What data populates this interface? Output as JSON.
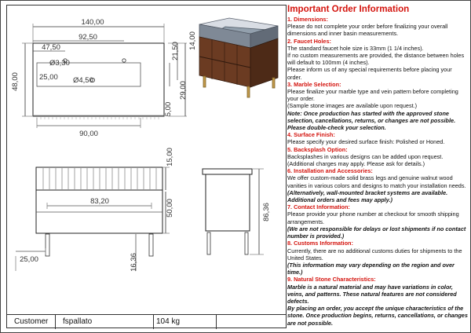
{
  "drawing": {
    "top_view": {
      "overall_width": "140,00",
      "basin_offset": "92,50",
      "hole_offset": "47,50",
      "hole_large": "Ø3,30",
      "drain": "Ø4,50",
      "left_offset": "25,00",
      "depth": "48,00",
      "basin_bottom": "90,00",
      "right_top": "14,00",
      "right_mid": "21,50",
      "right_low": "29,00",
      "right_bottom": "5,00"
    },
    "front_view": {
      "top_height": "15,00",
      "drawer_width": "83,20",
      "drawer_height": "50,00",
      "leg_offset": "25,00",
      "leg_height": "16,36"
    },
    "side_view": {
      "total_height": "86,36"
    }
  },
  "title_block": {
    "customer_label": "Customer",
    "customer_value": "fspallato",
    "weight": "104 kg"
  },
  "info": {
    "title": "Important Order Information",
    "sections": [
      {
        "heading": "1. Dimensions:",
        "lines": [
          {
            "text": "Please do not complete your order before finalizing your overall dimensions and inner basin measurements.",
            "style": ""
          }
        ]
      },
      {
        "heading": "2. Faucet Holes:",
        "lines": [
          {
            "text": "The standard faucet hole size is 33mm (1 1/4 inches).",
            "style": ""
          },
          {
            "text": "If no custom measurements are provided, the distance between holes will default to 100mm (4 inches).",
            "style": ""
          },
          {
            "text": "Please inform us of any special requirements before placing your order.",
            "style": ""
          }
        ]
      },
      {
        "heading": "3. Marble Selection:",
        "lines": [
          {
            "text": "Please finalize your marble type and vein pattern before completing your order.",
            "style": ""
          },
          {
            "text": "(Sample stone images are available upon request.)",
            "style": ""
          },
          {
            "text": "Note: Once production has started with the approved stone selection, cancellations, returns, or changes are not possible. Please double-check your selection.",
            "style": "bi"
          }
        ]
      },
      {
        "heading": "4. Surface Finish:",
        "lines": [
          {
            "text": "Please specify your desired surface finish: Polished or Honed.",
            "style": ""
          }
        ]
      },
      {
        "heading": "5. Backsplash Option:",
        "lines": [
          {
            "text": "Backsplashes in various designs can be added upon request. (Additional charges may apply. Please ask for details.)",
            "style": ""
          }
        ]
      },
      {
        "heading": "6. Installation and Accessories:",
        "lines": [
          {
            "text": "We offer custom-made solid brass legs and genuine walnut wood vanities in various colors and designs to match your installation needs.",
            "style": ""
          },
          {
            "text": "(Alternatively, wall-mounted bracket systems are available. Additional orders and fees may apply.)",
            "style": "bi"
          }
        ]
      },
      {
        "heading": "7. Contact Information:",
        "lines": [
          {
            "text": "Please provide your phone number at checkout for smooth shipping arrangements.",
            "style": ""
          },
          {
            "text": "(We are not responsible for delays or lost shipments if no contact number is provided.)",
            "style": "bi"
          }
        ]
      },
      {
        "heading": "8. Customs Information:",
        "lines": [
          {
            "text": "Currently, there are no additional customs duties for shipments to the United States.",
            "style": ""
          },
          {
            "text": "(This information may vary depending on the region and over time.)",
            "style": "bi"
          }
        ]
      },
      {
        "heading": "9. Natural Stone Characteristics:",
        "lines": [
          {
            "text": "Marble is a natural material and may have variations in color, veins, and patterns. These natural features are not considered defects.",
            "style": "bi"
          },
          {
            "text": "By placing an order, you accept the unique characteristics of the stone. Once production begins, returns, cancellations, or changes are not possible.",
            "style": "bi"
          }
        ]
      }
    ]
  }
}
